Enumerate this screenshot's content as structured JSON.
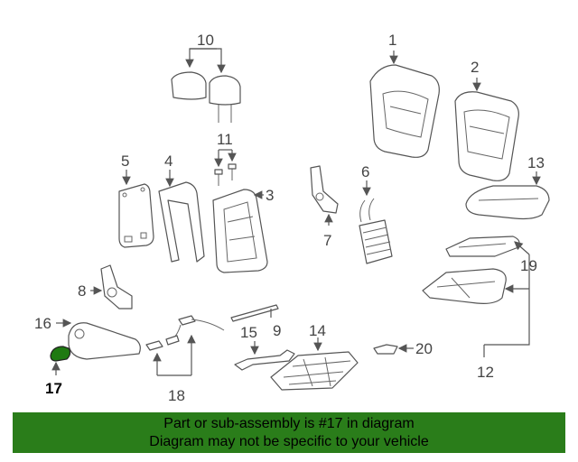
{
  "diagram": {
    "labels": {
      "p1": "1",
      "p2": "2",
      "p3": "3",
      "p4": "4",
      "p5": "5",
      "p6": "6",
      "p7": "7",
      "p8": "8",
      "p9": "9",
      "p10": "10",
      "p11": "11",
      "p12": "12",
      "p13": "13",
      "p14": "14",
      "p15": "15",
      "p16": "16",
      "p17": "17",
      "p18": "18",
      "p19": "19",
      "p20": "20"
    },
    "highlighted_part": "17",
    "highlight_color": "#1f7a12"
  },
  "banner": {
    "line1": "Part or sub-assembly is #17 in diagram",
    "line2": "Diagram may not be specific to your vehicle",
    "background": "#2a7d1a"
  }
}
